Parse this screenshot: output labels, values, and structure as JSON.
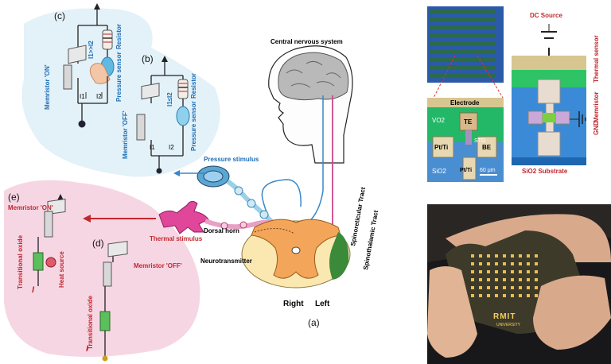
{
  "panels": {
    "a": "(a)",
    "b": "(b)",
    "c": "(c)",
    "d": "(d)",
    "e": "(e)"
  },
  "labels": {
    "central_nervous_system": "Central nervous system",
    "pressure_stimulus": "Pressure stimulus",
    "thermal_stimulus": "Thermal stimulus",
    "dorsal_horn": "Dorsal horn",
    "neurotransmitter": "Neurotransmitter",
    "spinoreticular_tract": "Spinoreticular Tract",
    "spinothalamic_tract": "Spinothalamic Tract",
    "right": "Right",
    "left": "Left",
    "memristor_on_c": "Memristor 'ON'",
    "memristor_off_b": "Memristor 'OFF'",
    "memristor_on_e": "Memristor 'ON'",
    "memristor_off_d": "Memristor 'OFF'",
    "pressure_sensor_c": "Pressure sensor",
    "pressure_sensor_b": "Pressure sensor",
    "resistor_c": "Resistor",
    "resistor_b": "Resistor",
    "current_c": "I1>>I2",
    "current_b": "I1≤I2",
    "i1": "I1",
    "i2": "I2",
    "transitional_oxide_e": "Transitional oxide",
    "transitional_oxide_d": "Transitional oxide",
    "heat_source": "Heat source",
    "current_i": "I",
    "electrode": "Electrode",
    "vo2": "VO2",
    "te": "TE",
    "sto": "STO",
    "ptti_1": "Pt/Ti",
    "ptti_2": "Pt/Ti",
    "be": "BE",
    "sio2": "SiO2",
    "scale": "60 μm",
    "dc_source": "DC Source",
    "thermal_sensor": "Thermal sensor",
    "memristor": "Memristor",
    "gnd": "GND",
    "sio2_substrate": "SiO2 Substrate",
    "rmit": "RMIT",
    "university": "UNIVERSITY"
  }
}
